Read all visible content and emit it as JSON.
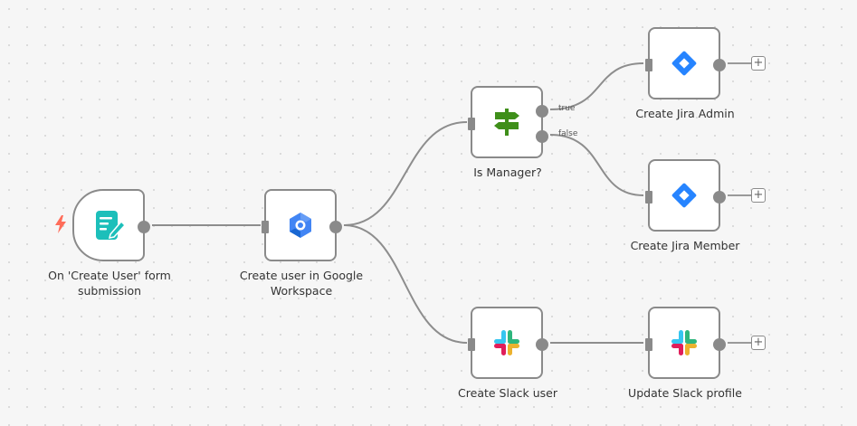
{
  "nodes": {
    "form": {
      "label": "On 'Create User' form submission",
      "icon": "form-icon"
    },
    "google": {
      "label": "Create user in Google Workspace",
      "icon": "google-workspace-icon"
    },
    "manager": {
      "label": "Is Manager?",
      "icon": "signpost-icon"
    },
    "jira_admin": {
      "label": "Create Jira Admin",
      "icon": "jira-icon"
    },
    "jira_member": {
      "label": "Create Jira Member",
      "icon": "jira-icon"
    },
    "slack_user": {
      "label": "Create Slack user",
      "icon": "slack-icon"
    },
    "slack_profile": {
      "label": "Update Slack profile",
      "icon": "slack-icon"
    }
  },
  "branches": {
    "true_label": "true",
    "false_label": "false"
  },
  "add_button": {
    "symbol": "+"
  },
  "colors": {
    "trigger_bolt": "#ff6d5a",
    "form_icon": "#1cbfba",
    "google_blue": "#4285f4",
    "if_green": "#3f8f1a",
    "jira_blue": "#2684ff",
    "slack_blue": "#36c5f0",
    "slack_green": "#2eb67d",
    "slack_yellow": "#ecb22e",
    "slack_red": "#e01e5a"
  }
}
